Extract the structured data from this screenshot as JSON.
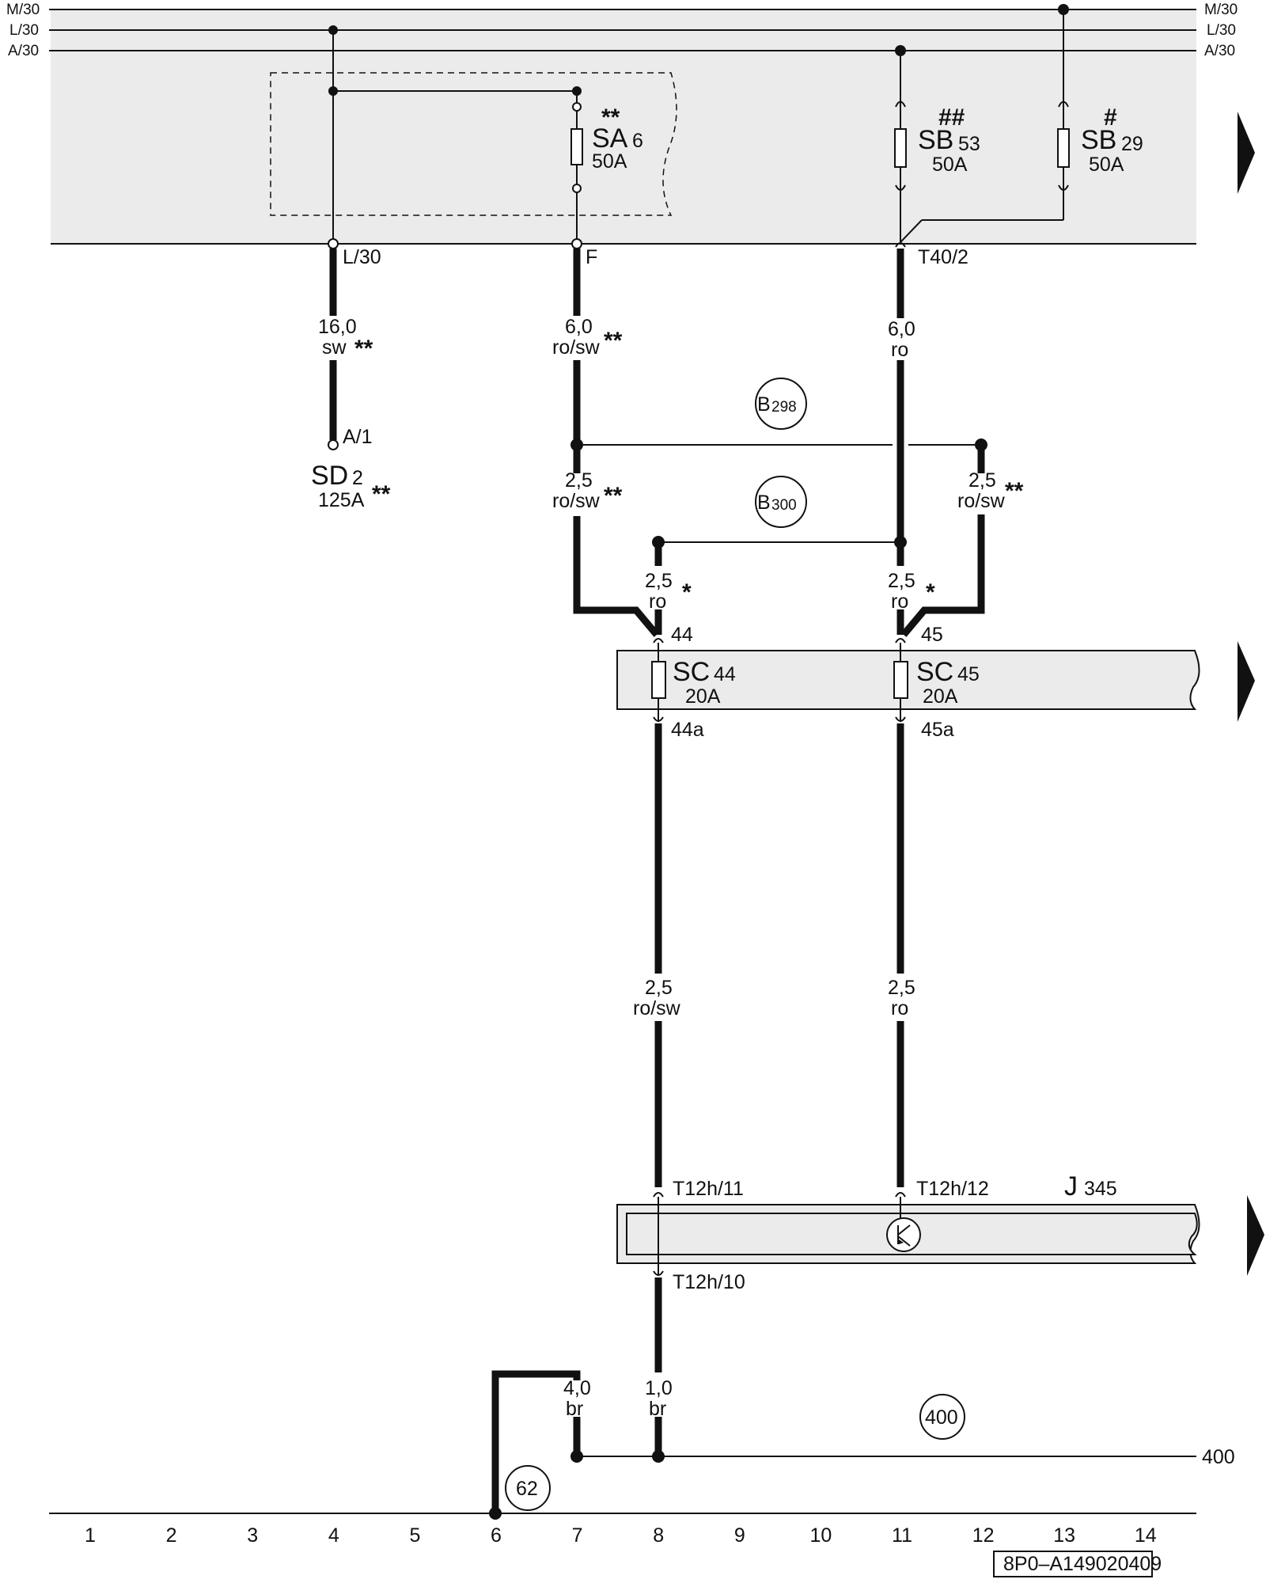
{
  "rails": [
    "M/30",
    "L/30",
    "A/30"
  ],
  "fuse_sa6": {
    "name": "SA",
    "number": "6",
    "rating": "50A",
    "mark": "**"
  },
  "fuse_sb53": {
    "name": "SB",
    "number": "53",
    "rating": "50A",
    "mark": "##"
  },
  "fuse_sb29": {
    "name": "SB",
    "number": "29",
    "rating": "50A",
    "mark": "#"
  },
  "fuse_sd2": {
    "name": "SD",
    "number": "2",
    "rating": "125A",
    "mark": "**"
  },
  "fuse_sc44": {
    "name": "SC",
    "number": "44",
    "rating": "20A"
  },
  "fuse_sc45": {
    "name": "SC",
    "number": "45",
    "rating": "20A"
  },
  "pins": {
    "l30": "L/30",
    "f": "F",
    "t40_2": "T40/2",
    "a1": "A/1",
    "p44": "44",
    "p45": "45",
    "p44a": "44a",
    "p45a": "45a",
    "t12h_11": "T12h/11",
    "t12h_12": "T12h/12",
    "t12h_10": "T12h/10"
  },
  "wires": {
    "w16": {
      "size": "16,0",
      "color": "sw",
      "mark": "**"
    },
    "w6_rosw": {
      "size": "6,0",
      "color": "ro/sw",
      "mark": "**"
    },
    "w6_ro": {
      "size": "6,0",
      "color": "ro"
    },
    "w25_left": {
      "size": "2,5",
      "color": "ro/sw",
      "mark": "**"
    },
    "w25_right": {
      "size": "2,5",
      "color": "ro/sw",
      "mark": "**"
    },
    "w25_ro44": {
      "size": "2,5",
      "color": "ro",
      "mark": "*"
    },
    "w25_ro45": {
      "size": "2,5",
      "color": "ro",
      "mark": "*"
    },
    "w25_rosw_low": {
      "size": "2,5",
      "color": "ro/sw"
    },
    "w25_ro_low": {
      "size": "2,5",
      "color": "ro"
    },
    "w40_br": {
      "size": "4,0",
      "color": "br"
    },
    "w10_br": {
      "size": "1,0",
      "color": "br"
    }
  },
  "connections": {
    "b298": {
      "letter": "B",
      "num": "298"
    },
    "b300": {
      "letter": "B",
      "num": "300"
    },
    "c400": "400",
    "c62": "62"
  },
  "component_j345": {
    "name": "J",
    "number": "345"
  },
  "ref_400": "400",
  "grid": [
    "1",
    "2",
    "3",
    "4",
    "5",
    "6",
    "7",
    "8",
    "9",
    "10",
    "11",
    "12",
    "13",
    "14"
  ],
  "doc_id": "8P0–A149020409"
}
